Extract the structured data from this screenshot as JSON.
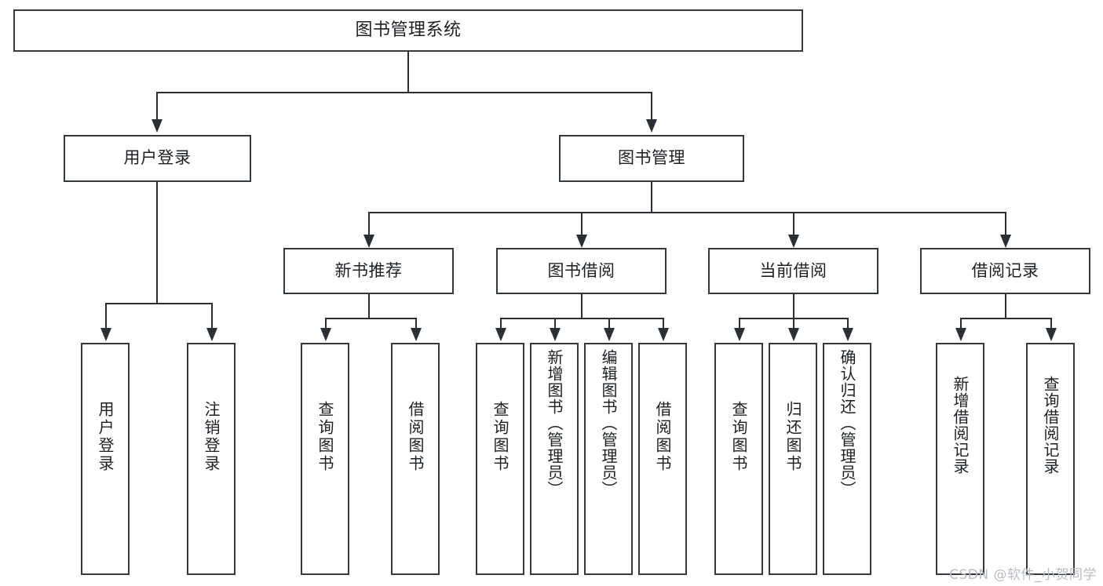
{
  "diagram": {
    "title": "图书管理系统",
    "type": "tree-hierarchy-diagram",
    "watermark": "CSDN @软件_小贺同学",
    "levels": {
      "root": {
        "label": "图书管理系统"
      },
      "level2": [
        {
          "label": "用户登录"
        },
        {
          "label": "图书管理"
        }
      ],
      "level3": [
        {
          "label": "新书推荐"
        },
        {
          "label": "图书借阅"
        },
        {
          "label": "当前借阅"
        },
        {
          "label": "借阅记录"
        }
      ],
      "leaves": {
        "user_login": [
          {
            "label": "用户登录"
          },
          {
            "label": "注销登录"
          }
        ],
        "new_book_recommend": [
          {
            "label": "查询图书"
          },
          {
            "label": "借阅图书"
          }
        ],
        "book_borrow": [
          {
            "label": "查询图书"
          },
          {
            "label": "新增图书（管理员）"
          },
          {
            "label": "编辑图书（管理员）"
          },
          {
            "label": "借阅图书"
          }
        ],
        "current_borrow": [
          {
            "label": "查询图书"
          },
          {
            "label": "归还图书"
          },
          {
            "label": "确认归还（管理员）"
          }
        ],
        "borrow_record": [
          {
            "label": "新增借阅记录"
          },
          {
            "label": "查询借阅记录"
          }
        ]
      }
    },
    "colors": {
      "stroke": "#33383d",
      "background": "#ffffff",
      "text": "#1d2023",
      "watermark": "#b9bcc0"
    }
  }
}
